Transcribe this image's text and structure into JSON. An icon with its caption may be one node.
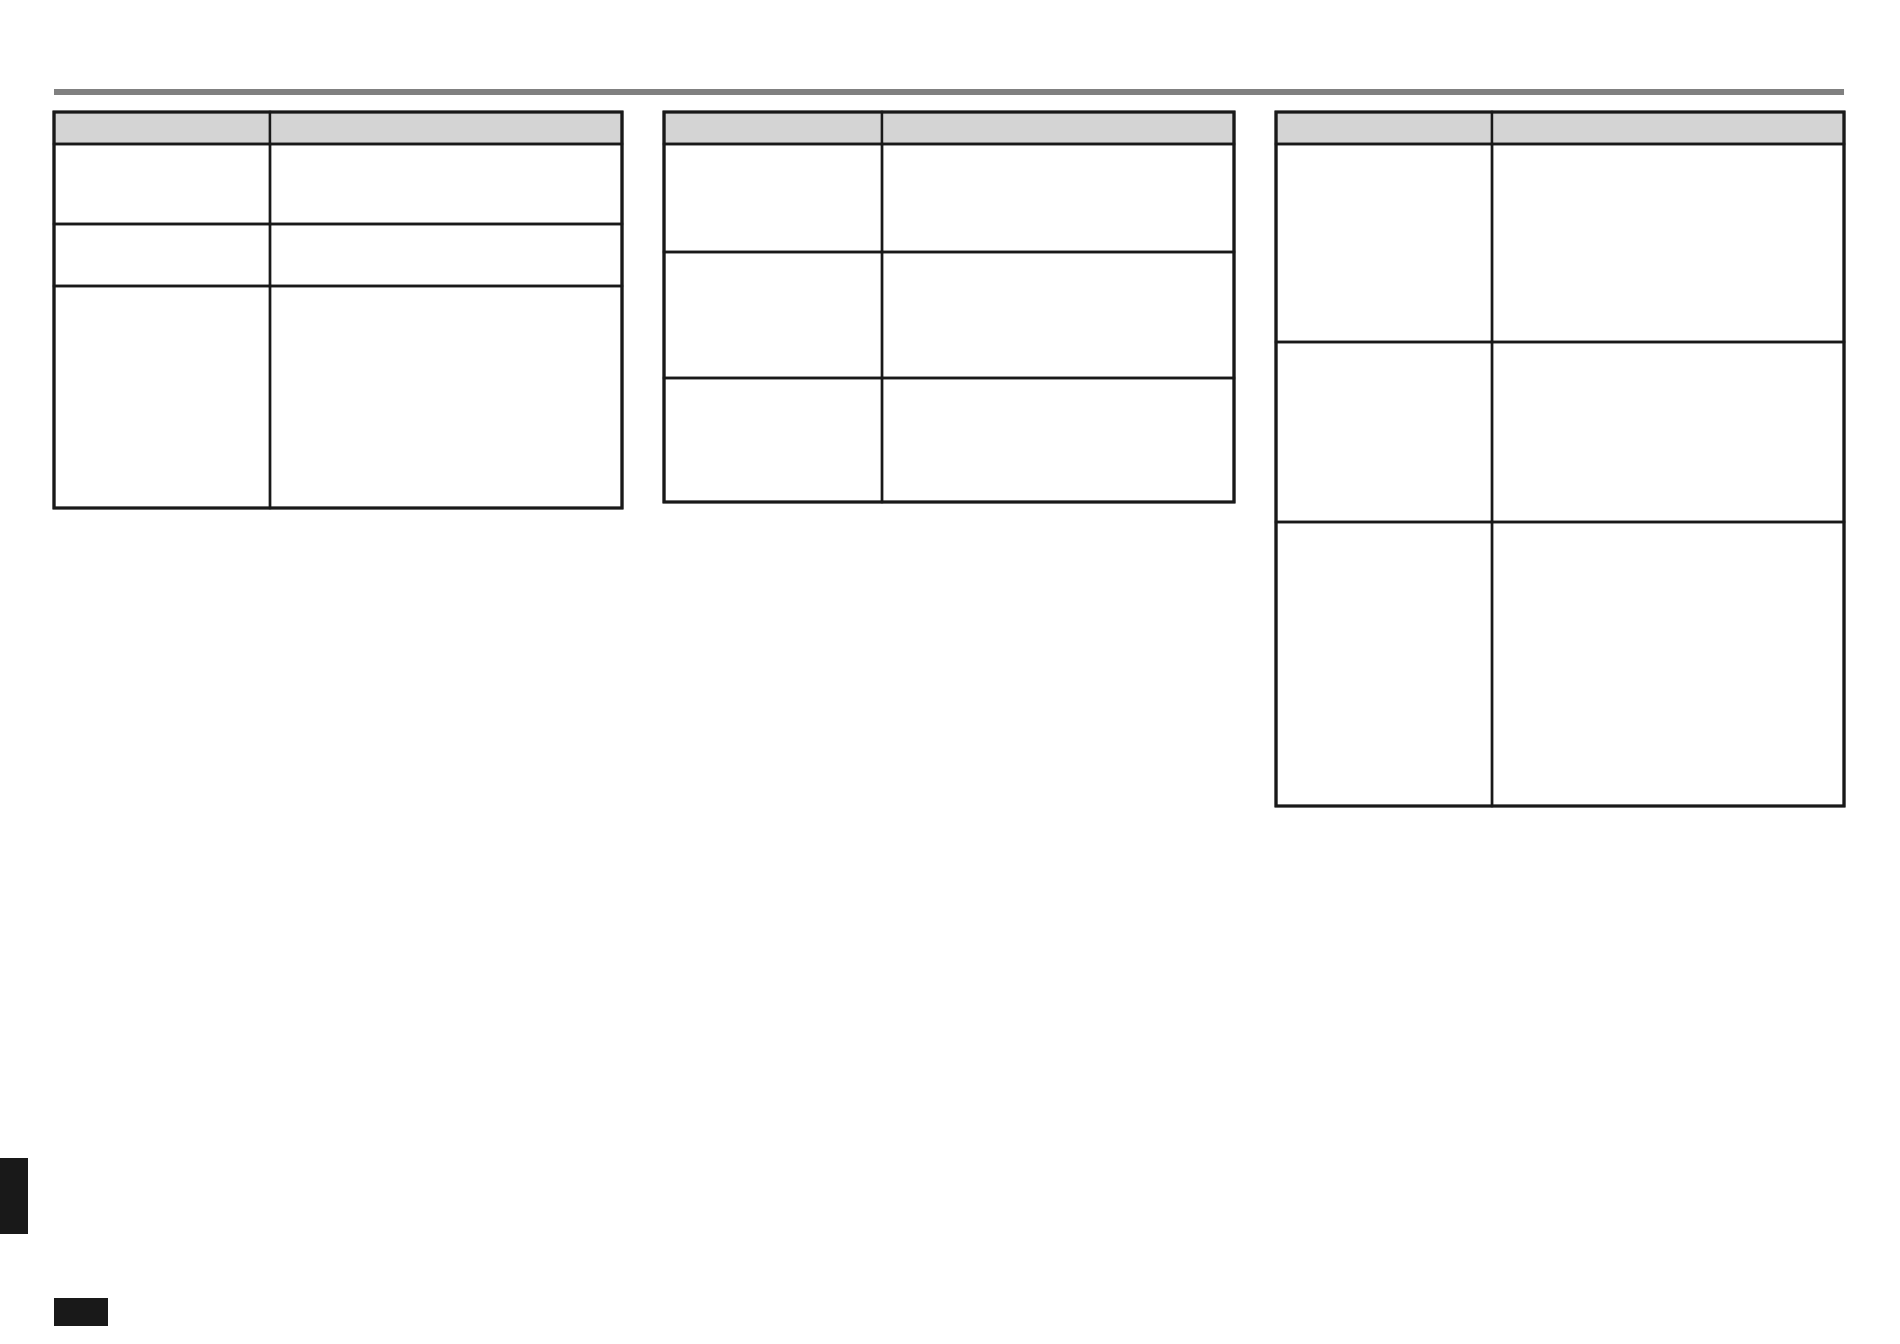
{
  "diagram": {
    "nodes": [
      {
        "text": [],
        "shape": "box"
      },
      {
        "text": [],
        "shape": "box",
        "in": 0
      },
      {
        "text": [],
        "shape": "box",
        "in": 0
      },
      {
        "text": [],
        "shape": "box",
        "in": 0
      },
      {
        "text": [],
        "shape": "box",
        "in": 0
      },
      {
        "text": [],
        "shape": "box",
        "in": 0
      },
      {
        "text": [],
        "shape": "box",
        "in": 0
      },
      {
        "text": [],
        "shape": "box",
        "in": 0
      },
      {
        "text": [],
        "shape": "box",
        "in": 0
      },
      {
        "text": [],
        "shape": "box"
      },
      {
        "text": [],
        "shape": "box",
        "in": 9
      },
      {
        "text": [],
        "shape": "box",
        "in": 9
      },
      {
        "text": [],
        "shape": "box",
        "in": 9
      },
      {
        "text": [],
        "shape": "box",
        "in": 9
      },
      {
        "text": [],
        "shape": "box",
        "in": 9
      },
      {
        "text": [],
        "shape": "box",
        "in": 9
      },
      {
        "text": [],
        "shape": "box",
        "in": 9
      },
      {
        "text": [],
        "shape": "box",
        "in": 9
      },
      {
        "text": [],
        "shape": "box"
      },
      {
        "text": [],
        "shape": "box",
        "in": 18
      },
      {
        "text": [],
        "shape": "box",
        "in": 18
      },
      {
        "text": [],
        "shape": "box",
        "in": 18
      },
      {
        "text": [],
        "shape": "box",
        "in": 18
      },
      {
        "text": [],
        "shape": "box",
        "in": 18
      },
      {
        "text": [],
        "shape": "box",
        "in": 18
      },
      {
        "text": [],
        "shape": "box",
        "in": 18
      },
      {
        "text": [],
        "shape": "box",
        "in": 18
      }
    ]
  }
}
